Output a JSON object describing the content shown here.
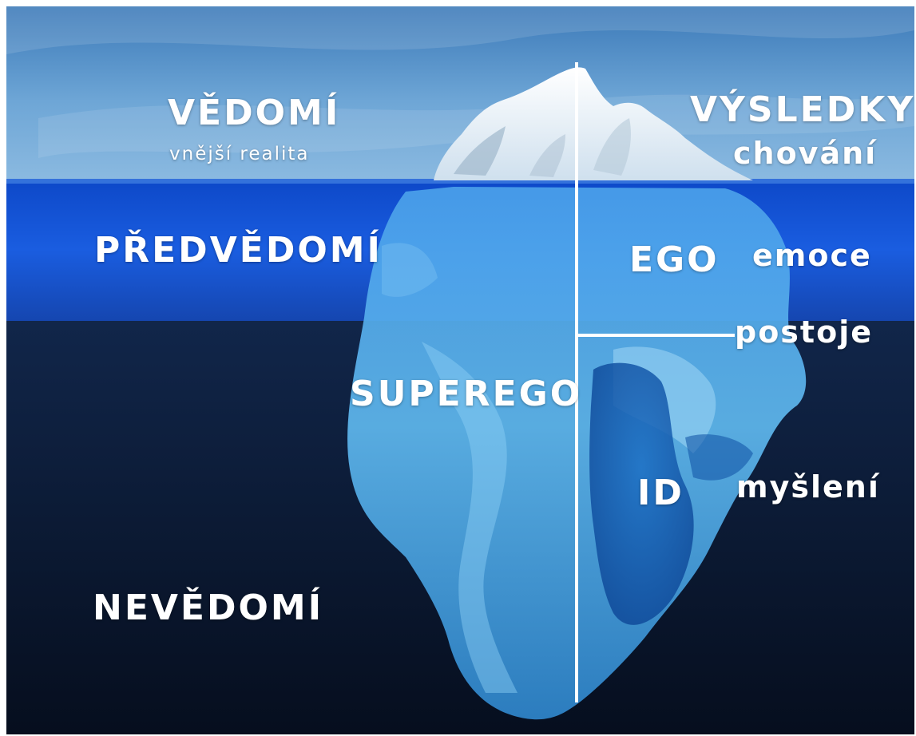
{
  "labels": {
    "vedomi": "VĚDOMÍ",
    "vnejsi_realita": "vnější realita",
    "vysledky": "VÝSLEDKY",
    "chovani": "chování",
    "predvedomi": "PŘEDVĚDOMÍ",
    "ego": "EGO",
    "emoce": "emoce",
    "postoje": "postoje",
    "superego": "SUPEREGO",
    "id": "ID",
    "mysleni": "myšlení",
    "nevedomi": "NEVĚDOMÍ"
  },
  "colors": {
    "sky_top": "#3f7fbf",
    "sky_bottom": "#7fb2dc",
    "preconscious_band": "#1456d8",
    "deep_water": "#0a1830",
    "ice_light": "#f2f7fb",
    "ice_underwater": "#5fb4ec",
    "divider_line": "#ffffff"
  }
}
